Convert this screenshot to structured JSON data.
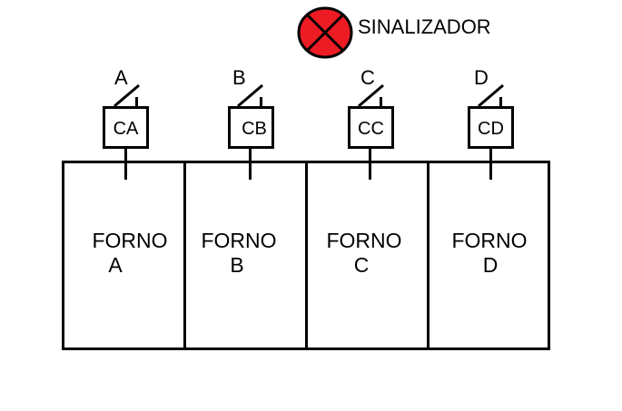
{
  "signal": {
    "label": "SINALIZADOR",
    "icon": "signal-lamp-icon",
    "color": "#ed1c24"
  },
  "units": [
    {
      "switch_label": "A",
      "contactor_label": "CA",
      "oven_title": "FORNO",
      "oven_id": "A"
    },
    {
      "switch_label": "B",
      "contactor_label": "CB",
      "oven_title": "FORNO",
      "oven_id": "B"
    },
    {
      "switch_label": "C",
      "contactor_label": "CC",
      "oven_title": "FORNO",
      "oven_id": "C"
    },
    {
      "switch_label": "D",
      "contactor_label": "CD",
      "oven_title": "FORNO",
      "oven_id": "D"
    }
  ],
  "colors": {
    "line": "#000000",
    "background": "#ffffff"
  }
}
